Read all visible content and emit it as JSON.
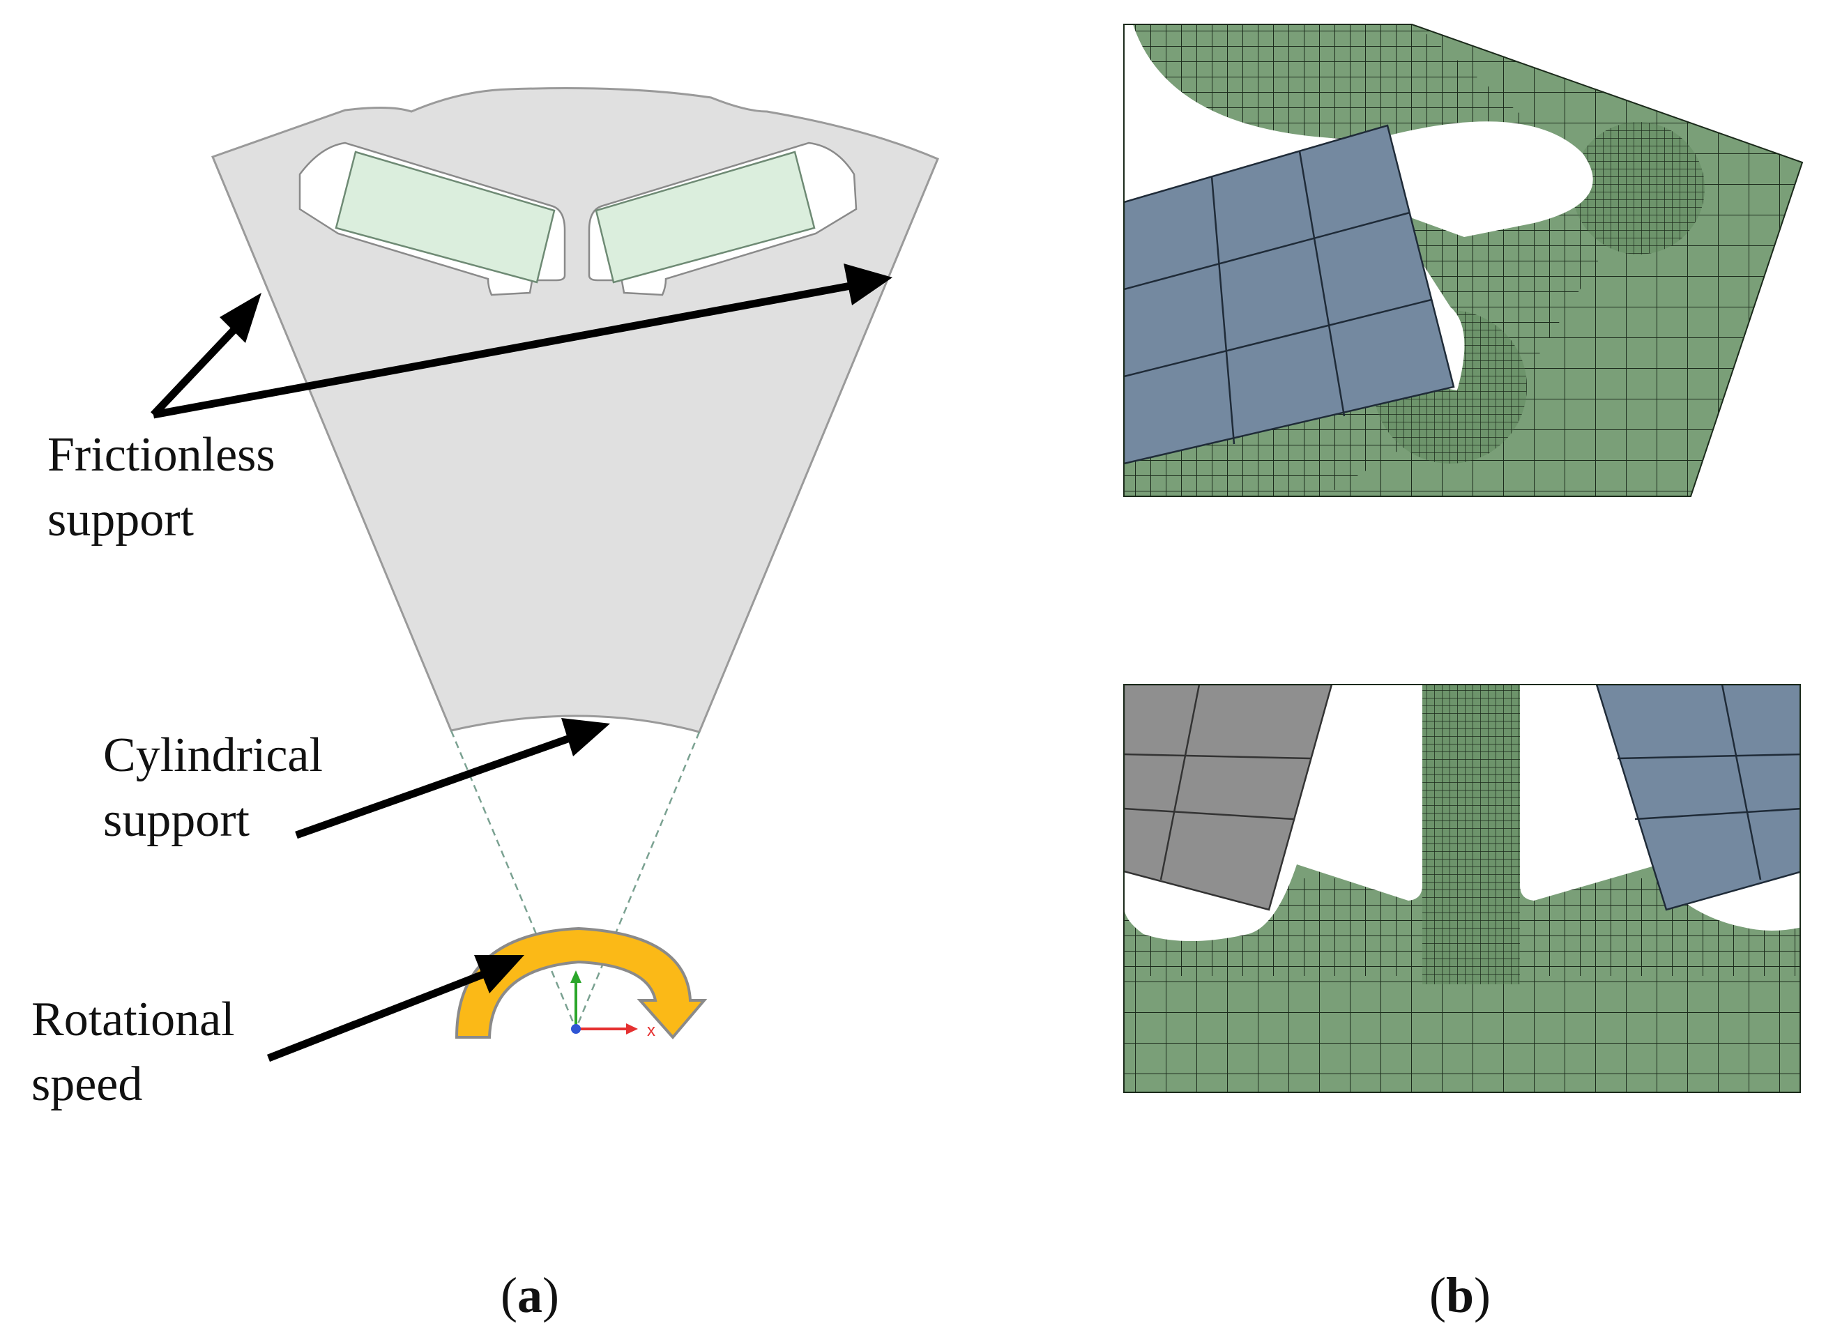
{
  "labels": {
    "frictionless": [
      "Frictionless",
      "support"
    ],
    "cylindrical": [
      "Cylindrical",
      "support"
    ],
    "rotational": [
      "Rotational",
      "speed"
    ],
    "panel_a_letter": "a",
    "panel_b_letter": "b",
    "axis_x": "x"
  },
  "colors": {
    "rotor_fill": "#e0e0e0",
    "rotor_edge": "#9a9a9a",
    "magnet_fill": "#dbeedd",
    "magnet_edge": "#6e8a74",
    "mesh_fill": "#7a9f78",
    "mesh_line": "#1b2a1b",
    "magnet_mesh_fill": "#7489a0",
    "magnet_mesh_grey": "#8f8f8f",
    "arrow": "#000000",
    "rotation_fill": "#fbb917",
    "rotation_edge": "#8a8a8a",
    "axis_y": "#2aa62a",
    "axis_x": "#e53030",
    "origin": "#2f55d4"
  },
  "icons": {
    "rotation": "curved-arrow-icon",
    "axes": "coordinate-axes-icon"
  }
}
